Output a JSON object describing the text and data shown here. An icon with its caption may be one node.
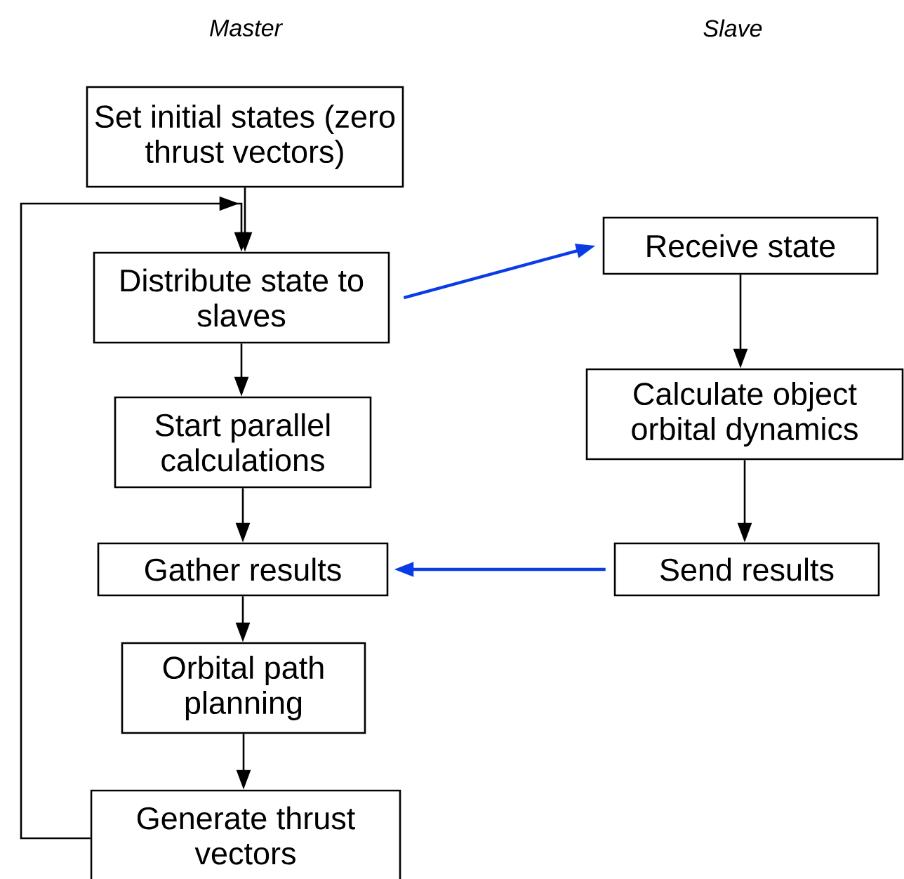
{
  "diagram": {
    "nodes": [
      {
        "text": [
          "Set initial states (zero thrust vectors)"
        ]
      },
      {
        "text": [
          "Distribute state to slaves"
        ]
      },
      {
        "text": [
          "Start parallel calculations"
        ]
      },
      {
        "text": [
          "Gather results"
        ]
      },
      {
        "text": [
          "Orbital path planning"
        ]
      },
      {
        "text": [
          "Generate thrust vectors"
        ]
      },
      {
        "text": [
          "Receive state"
        ]
      },
      {
        "text": [
          "Calculate object orbital dynamics"
        ]
      },
      {
        "text": [
          "Send results"
        ]
      }
    ],
    "edges": [
      {
        "from": 0,
        "to": 1,
        "arrow": "to"
      },
      {
        "from": 1,
        "to": 2,
        "arrow": "to"
      },
      {
        "from": 2,
        "to": 3,
        "arrow": "to"
      },
      {
        "from": 3,
        "to": 4,
        "arrow": "to"
      },
      {
        "from": 4,
        "to": 5,
        "arrow": "to"
      },
      {
        "from": 5,
        "to": 1,
        "arrow": "to"
      },
      {
        "from": 1,
        "to": 6,
        "arrow": "to",
        "color": "#0a3ce6"
      },
      {
        "from": 6,
        "to": 7,
        "arrow": "to"
      },
      {
        "from": 7,
        "to": 8,
        "arrow": "to"
      },
      {
        "from": 8,
        "to": 3,
        "arrow": "to",
        "color": "#0a3ce6"
      }
    ],
    "labels": [
      "Master",
      "Slave"
    ]
  }
}
